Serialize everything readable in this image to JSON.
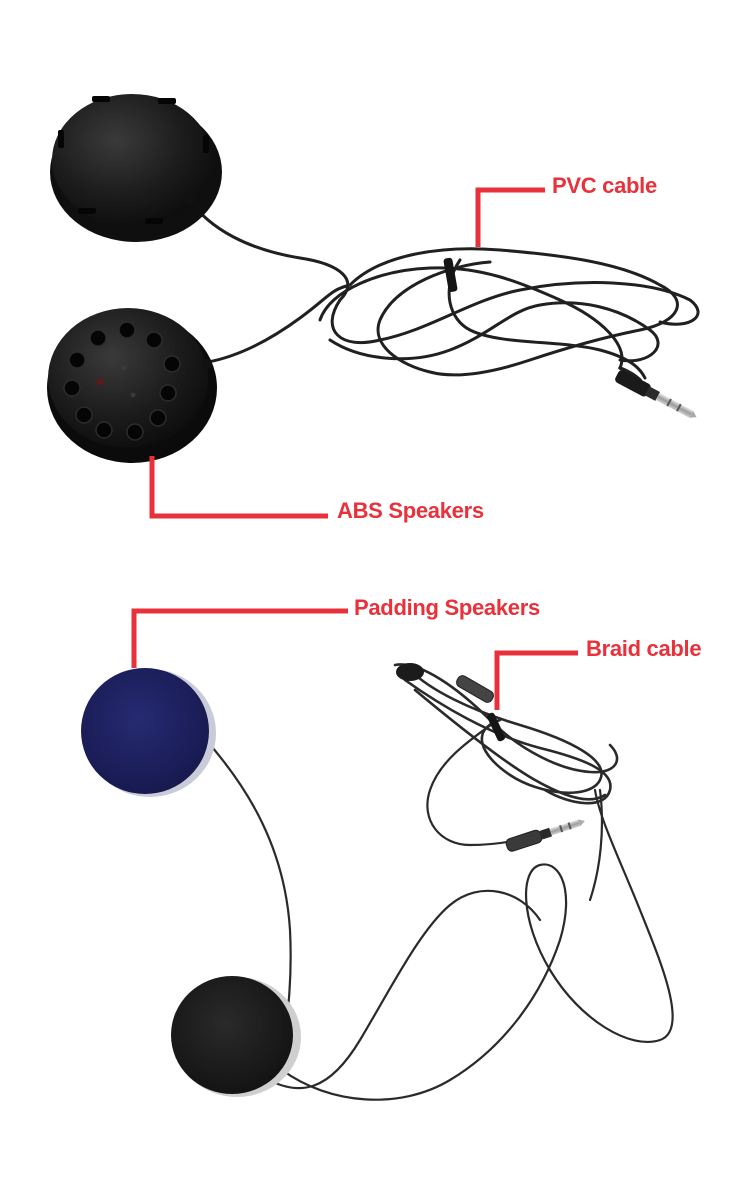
{
  "labels": {
    "pvc_cable": "PVC cable",
    "abs_speakers": "ABS Speakers",
    "padding_speakers": "Padding Speakers",
    "braid_cable": "Braid cable"
  },
  "colors": {
    "callout": "#e8313a",
    "speaker_black": "#1b1b1b",
    "padding_blue": "#1c1f5e",
    "padding_black": "#161616",
    "cable": "#202020",
    "jack_metal": "#b9b9b9",
    "background": "#ffffff"
  },
  "icons": {
    "abs_speaker_top": "round-speaker-back-icon",
    "abs_speaker_bottom": "round-speaker-grille-icon",
    "padding_speaker_blue": "padded-speaker-icon",
    "padding_speaker_black": "padded-speaker-icon",
    "jack": "audio-jack-3.5mm-icon"
  }
}
